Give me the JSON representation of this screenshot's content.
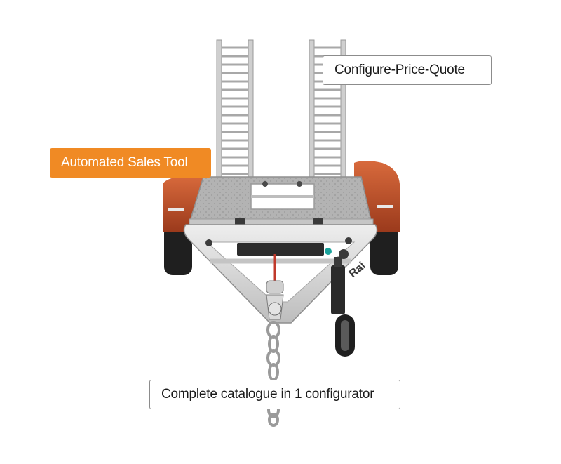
{
  "colors": {
    "accent": "#f08a24",
    "fender": "#c7502a",
    "fender_dark": "#8e3519",
    "frame": "#d8d8d8",
    "frame_shade": "#a9a9a9",
    "tire": "#1f1f1f",
    "jockey_knob": "#1aa39c"
  },
  "labels": {
    "cpq": "Configure-Price-Quote",
    "automated_sales_tool": "Automated Sales Tool",
    "catalogue": "Complete catalogue in 1 configurator"
  },
  "trailer_brand": "Rai",
  "icons": [
    "trailer-illustration",
    "ramp-ladder",
    "safety-chain",
    "jockey-wheel",
    "tow-hitch",
    "fender"
  ]
}
